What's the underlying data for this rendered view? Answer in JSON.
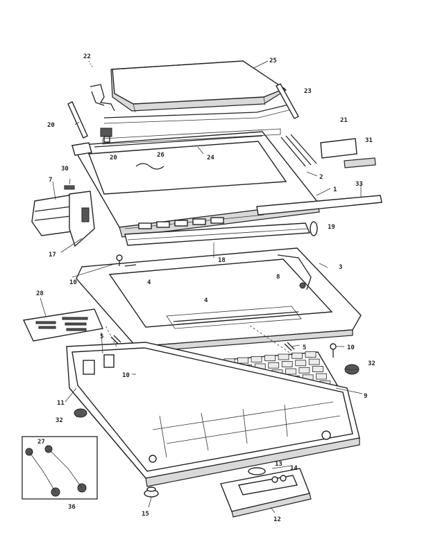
{
  "callouts": [
    {
      "id": "c22a",
      "text": "22"
    },
    {
      "id": "c25",
      "text": "25"
    },
    {
      "id": "c23",
      "text": "23"
    },
    {
      "id": "c20",
      "text": "20"
    },
    {
      "id": "c21",
      "text": "21"
    },
    {
      "id": "c31",
      "text": "31"
    },
    {
      "id": "c20b",
      "text": "20"
    },
    {
      "id": "c26",
      "text": "26"
    },
    {
      "id": "c24",
      "text": "24"
    },
    {
      "id": "c2",
      "text": "2"
    },
    {
      "id": "c30",
      "text": "30"
    },
    {
      "id": "c7",
      "text": "7"
    },
    {
      "id": "c1",
      "text": "1"
    },
    {
      "id": "c33",
      "text": "33"
    },
    {
      "id": "c19",
      "text": "19"
    },
    {
      "id": "c17",
      "text": "17"
    },
    {
      "id": "c18",
      "text": "18"
    },
    {
      "id": "c3",
      "text": "3"
    },
    {
      "id": "c10a",
      "text": "10"
    },
    {
      "id": "c4a",
      "text": "4"
    },
    {
      "id": "c8",
      "text": "8"
    },
    {
      "id": "c4b",
      "text": "4"
    },
    {
      "id": "c28",
      "text": "28"
    },
    {
      "id": "c5a",
      "text": "5"
    },
    {
      "id": "c5b",
      "text": "5"
    },
    {
      "id": "c10b",
      "text": "10"
    },
    {
      "id": "c10c",
      "text": "10"
    },
    {
      "id": "c32a",
      "text": "32"
    },
    {
      "id": "c9",
      "text": "9"
    },
    {
      "id": "c11",
      "text": "11"
    },
    {
      "id": "c32b",
      "text": "32"
    },
    {
      "id": "c27",
      "text": "27"
    },
    {
      "id": "c13",
      "text": "13"
    },
    {
      "id": "c14",
      "text": "14"
    },
    {
      "id": "c36",
      "text": "36"
    },
    {
      "id": "c15",
      "text": "15"
    },
    {
      "id": "c12",
      "text": "12"
    }
  ]
}
